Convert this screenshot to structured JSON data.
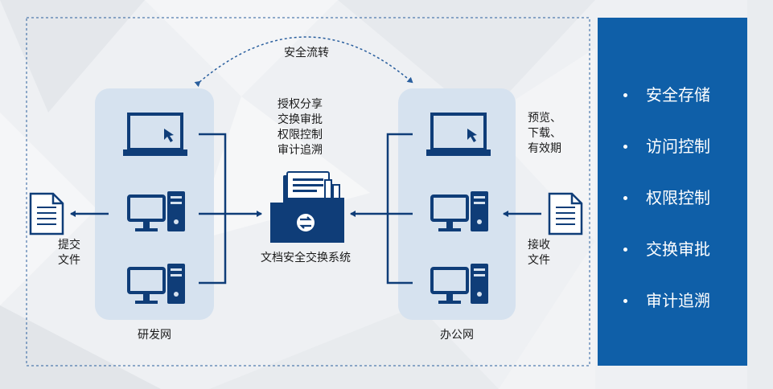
{
  "top_label": "安全流转",
  "center_features": [
    "授权分享",
    "交换审批",
    "权限控制",
    "审计追溯"
  ],
  "center_system_label": "文档安全交换系统",
  "left_network_label": "研发网",
  "right_network_label": "办公网",
  "left_file_label": "提交\n文件",
  "right_file_label": "接收\n文件",
  "right_permissions": "预览、\n下载、\n有效期",
  "panel_items": [
    "安全存储",
    "访问控制",
    "权限控制",
    "交换审批",
    "审计追溯"
  ],
  "colors": {
    "icon": "#0f3d78",
    "panel": "#0f5fa8",
    "zone": "#d6e2ef",
    "border_dashed": "#2a5f9e"
  }
}
